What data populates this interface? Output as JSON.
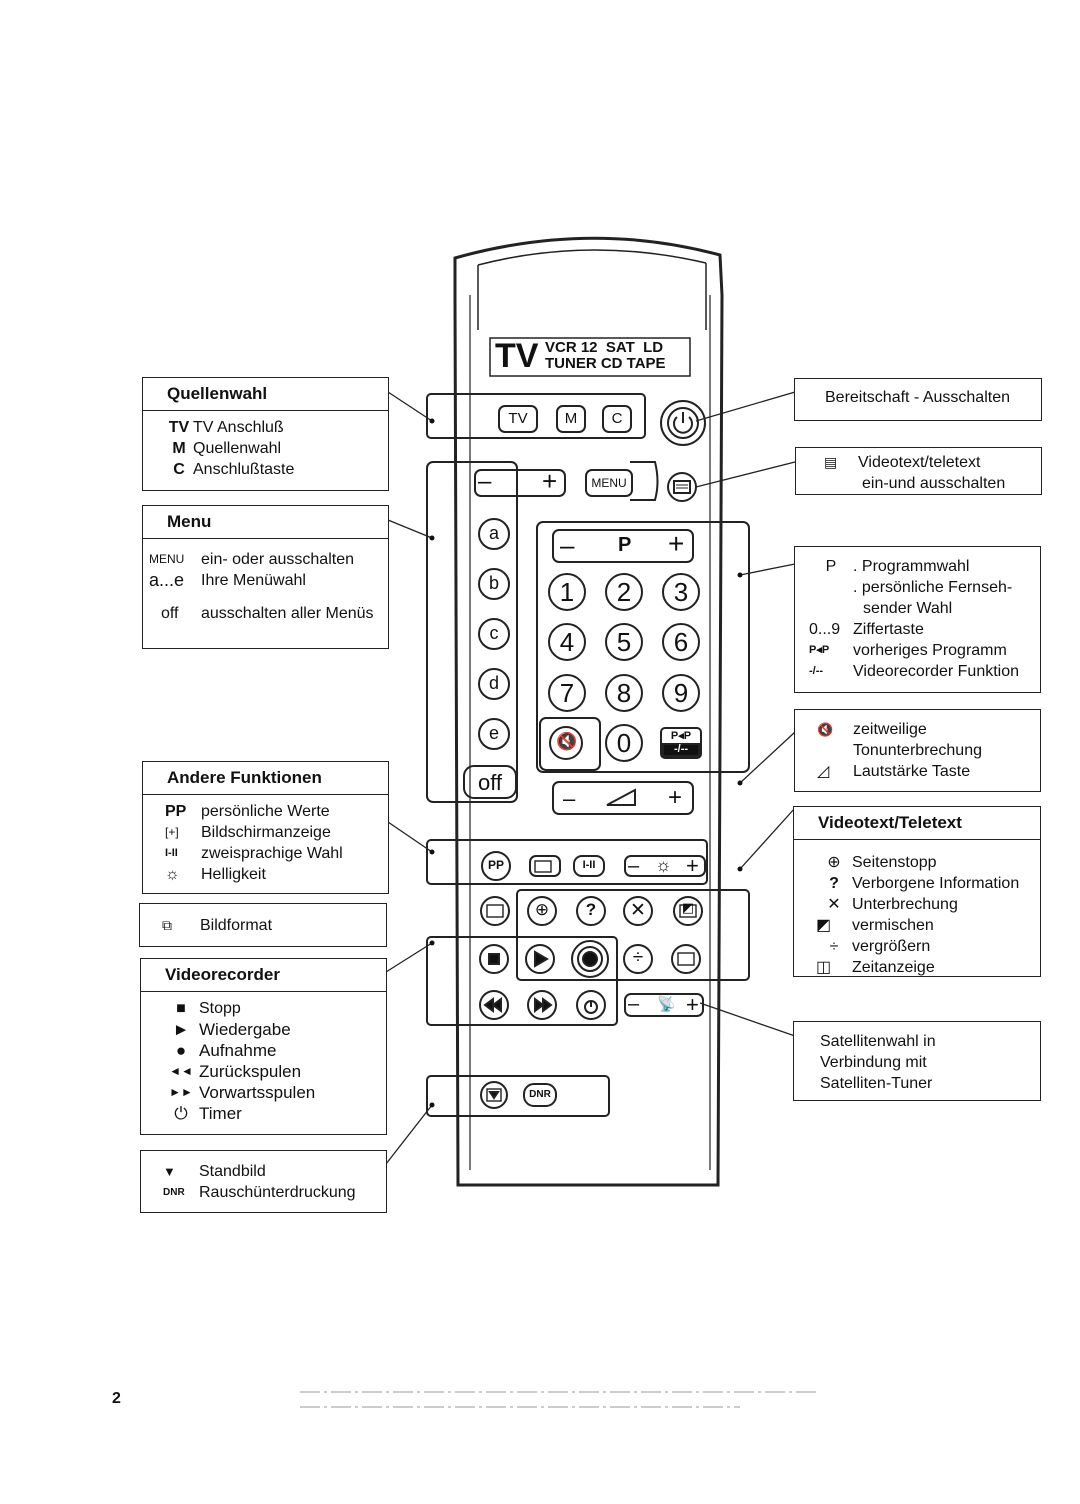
{
  "remote": {
    "display": {
      "big": "TV",
      "line1": "VCR 12  SAT  LD",
      "line2": "TUNER CD TAPE"
    },
    "source_buttons": [
      "TV",
      "M",
      "C"
    ],
    "vol_minus": "–",
    "vol_plus": "+",
    "menu": "MENU",
    "menu_letters": [
      "a",
      "b",
      "c",
      "d",
      "e"
    ],
    "off": "off",
    "prog": {
      "minus": "–",
      "label": "P",
      "plus": "+"
    },
    "digits": [
      "1",
      "2",
      "3",
      "4",
      "5",
      "6",
      "7",
      "8",
      "9"
    ],
    "zero": "0",
    "pp_key": "P◂P",
    "pp_sub": "-/--",
    "bottom_vol": {
      "minus": "–",
      "plus": "+"
    },
    "pp_button": "PP",
    "ihi_button": "I-II",
    "dnr": "DNR"
  },
  "callouts": {
    "quellenwahl": {
      "title": "Quellenwahl",
      "rows": [
        {
          "key": "TV",
          "text": "TV Anschluß"
        },
        {
          "key": "M",
          "text": "Quellenwahl"
        },
        {
          "key": "C",
          "text": "Anschlußtaste"
        }
      ]
    },
    "menu": {
      "title": "Menu",
      "rows": [
        {
          "key": "MENU",
          "text": "ein- oder ausschalten"
        },
        {
          "key": "a...e",
          "text": "Ihre Menüwahl"
        },
        {
          "key": "off",
          "text": "ausschalten aller Menüs"
        }
      ]
    },
    "andere": {
      "title": "Andere Funktionen",
      "rows": [
        {
          "key": "PP",
          "text": "persönliche Werte"
        },
        {
          "key": "[+]",
          "text": "Bildschirmanzeige"
        },
        {
          "key": "I-II",
          "text": "zweisprachige Wahl"
        },
        {
          "key": "☼",
          "text": "Helligkeit"
        }
      ]
    },
    "bildformat": {
      "text": "Bildformat"
    },
    "videorecorder": {
      "title": "Videorecorder",
      "rows": [
        {
          "key": "■",
          "text": "Stopp"
        },
        {
          "key": "►",
          "text": "Wiedergabe"
        },
        {
          "key": "●",
          "text": "Aufnahme"
        },
        {
          "key": "◄◄",
          "text": "Zurückspulen"
        },
        {
          "key": "►►",
          "text": "Vorwartsspulen"
        },
        {
          "key": "⏻",
          "text": "Timer"
        }
      ]
    },
    "standbild": {
      "rows": [
        {
          "key": "▼",
          "text": "Standbild"
        },
        {
          "key": "DNR",
          "text": "Rauschünterdruckung"
        }
      ]
    },
    "bereitschaft": {
      "text": "Bereitschaft - Ausschalten"
    },
    "videotext_onoff": {
      "line1": "Videotext/teletext",
      "line2": "ein-und ausschalten"
    },
    "programm": {
      "rows": [
        {
          "key": "P",
          "text": ". Programmwahl"
        },
        {
          "key": "",
          "text": ". persönliche Fernseh-"
        },
        {
          "key": "",
          "text": "sender Wahl"
        },
        {
          "key": "0...9",
          "text": "Ziffertaste"
        },
        {
          "key": "P◂P",
          "text": "vorheriges Programm"
        },
        {
          "key": "-/--",
          "text": "Videorecorder Funktion"
        }
      ]
    },
    "ton": {
      "rows": [
        {
          "key": "🔇",
          "text": "zeitweilige"
        },
        {
          "key": "",
          "text": "Tonunterbrechung"
        },
        {
          "key": "◿",
          "text": "Lautstärke Taste"
        }
      ]
    },
    "videotext": {
      "title": "Videotext/Teletext",
      "rows": [
        {
          "key": "⊕",
          "text": "Seitenstopp"
        },
        {
          "key": "?",
          "text": "Verborgene Information"
        },
        {
          "key": "✕",
          "text": "Unterbrechung"
        },
        {
          "key": "◩",
          "text": "vermischen"
        },
        {
          "key": "÷",
          "text": "vergrößern"
        },
        {
          "key": "◫",
          "text": "Zeitanzeige"
        }
      ]
    },
    "satellit": {
      "line1": "Satellitenwahl in",
      "line2": "Verbindung mit",
      "line3": "Satelliten-Tuner"
    }
  },
  "page_number": "2"
}
